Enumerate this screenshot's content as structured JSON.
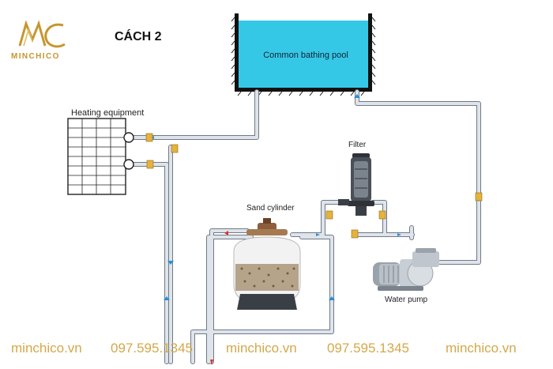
{
  "brand": {
    "name": "MINCHICO",
    "accent": "#c7962e"
  },
  "title": "CÁCH 2",
  "components": {
    "pool": "Common bathing pool",
    "heating": "Heating equipment",
    "filter": "Filter",
    "sand": "Sand cylinder",
    "pump": "Water pump"
  },
  "colors": {
    "water": "#35c8e6",
    "pipe": "#dfe4ea",
    "pipe_edge": "#6f7a86",
    "valve": "#e6b23a",
    "flow": "#2a8fd6",
    "alert": "#d9322f"
  },
  "footer": {
    "website": "minchico.vn",
    "phone": "097.595.1345"
  }
}
